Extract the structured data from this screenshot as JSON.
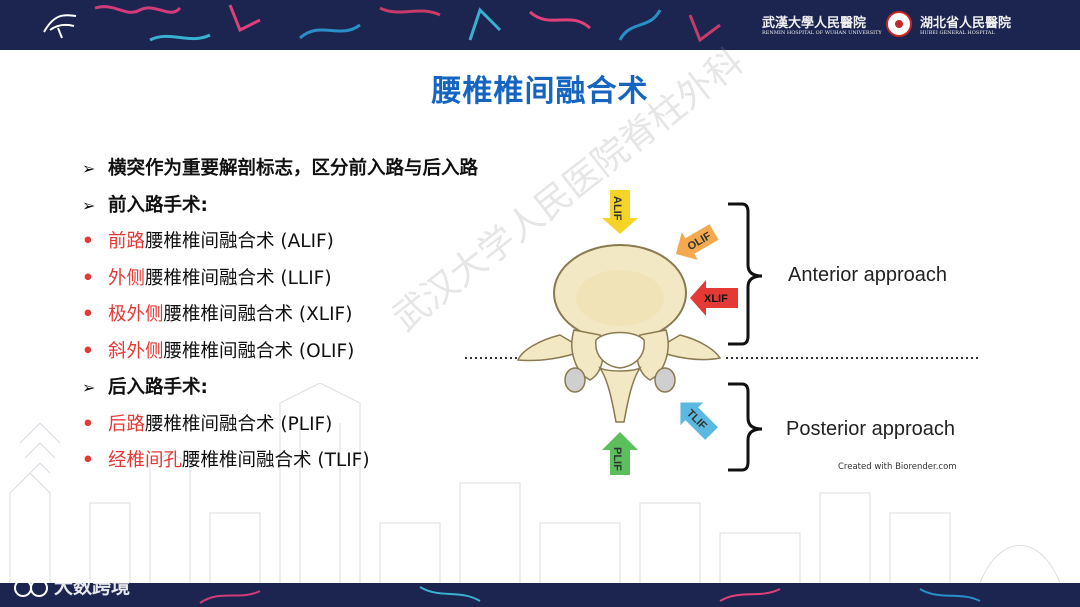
{
  "header": {
    "hospital1_cn": "武漢大學人民醫院",
    "hospital1_en": "RENMIN HOSPITAL OF WUHAN UNIVERSITY",
    "hospital2_cn": "湖北省人民醫院",
    "hospital2_en": "HUBEI   GENERAL   HOSPITAL"
  },
  "slide": {
    "title": "腰椎椎间融合术",
    "items": [
      {
        "marker": "➢",
        "prefix": "",
        "text": "横突作为重要解剖标志，区分前入路与后入路",
        "level": 1
      },
      {
        "marker": "➢",
        "prefix": "",
        "text": "前入路手术:",
        "level": 1
      },
      {
        "marker": "•",
        "prefix": "前路",
        "text": "腰椎椎间融合术 (ALIF)",
        "level": 2
      },
      {
        "marker": "•",
        "prefix": "外侧",
        "text": "腰椎椎间融合术 (LLIF)",
        "level": 2
      },
      {
        "marker": "•",
        "prefix": "极外侧",
        "text": "腰椎椎间融合术 (XLIF)",
        "level": 2
      },
      {
        "marker": "•",
        "prefix": "斜外侧",
        "text": "腰椎椎间融合术 (OLIF)",
        "level": 2
      },
      {
        "marker": "➢",
        "prefix": "",
        "text": "后入路手术:",
        "level": 1
      },
      {
        "marker": "•",
        "prefix": "后路",
        "text": "腰椎椎间融合术 (PLIF)",
        "level": 2
      },
      {
        "marker": "•",
        "prefix": "经椎间孔",
        "text": "腰椎椎间融合术 (TLIF)",
        "level": 2
      }
    ]
  },
  "diagram": {
    "arrows": {
      "alif": "ALIF",
      "olif": "OLIF",
      "xlif": "XLIF",
      "tlif": "TLIF",
      "plif": "PLIF"
    },
    "anterior_label": "Anterior approach",
    "posterior_label": "Posterior approach",
    "credit": "Created with Biorender.com"
  },
  "watermark": "武汉大学人民医院脊柱外科",
  "footer": {
    "brand": "大数跨境"
  },
  "colors": {
    "header_bg": "#1b2550",
    "title": "#1565c0",
    "accent_red": "#e53935",
    "alif_arrow": "#f5d327",
    "olif_arrow": "#f5a94f",
    "xlif_arrow": "#e53935",
    "tlif_arrow": "#5bb8e0",
    "plif_arrow": "#5bbf5c",
    "bone": "#f3e8c4"
  }
}
